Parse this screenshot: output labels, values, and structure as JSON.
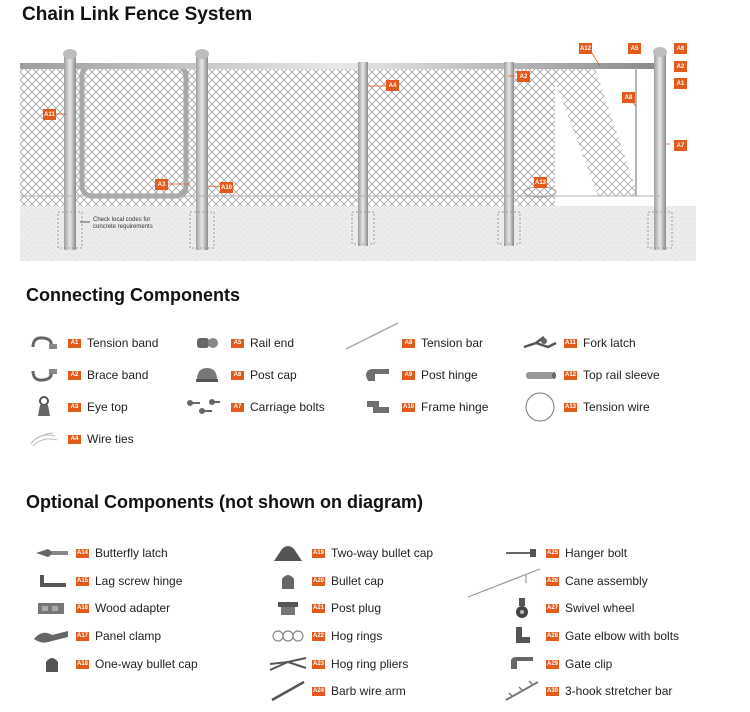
{
  "title": "Chain Link Fence System",
  "diagram": {
    "note_line1": "Check local codes for",
    "note_line2": "concrete requirements",
    "tags": {
      "a12": "A12",
      "a5": "A5",
      "a6": "A6",
      "a2_right": "A2",
      "a1": "A1",
      "a8": "A8",
      "a7": "A7",
      "a4": "A4",
      "a2_mid": "A2",
      "a11": "A11",
      "a3": "A3",
      "a10": "A10",
      "a13": "A13"
    }
  },
  "connecting": {
    "heading": "Connecting Components",
    "items": [
      {
        "code": "A1",
        "label": "Tension band",
        "icon": "tension-band-icon"
      },
      {
        "code": "A2",
        "label": "Brace band",
        "icon": "brace-band-icon"
      },
      {
        "code": "A3",
        "label": "Eye top",
        "icon": "eye-top-icon"
      },
      {
        "code": "A4",
        "label": "Wire ties",
        "icon": "wire-ties-icon"
      },
      {
        "code": "A5",
        "label": "Rail end",
        "icon": "rail-end-icon"
      },
      {
        "code": "A6",
        "label": "Post cap",
        "icon": "post-cap-icon"
      },
      {
        "code": "A7",
        "label": "Carriage bolts",
        "icon": "carriage-bolts-icon"
      },
      {
        "code": "A8",
        "label": "Tension bar",
        "icon": "tension-bar-icon"
      },
      {
        "code": "A9",
        "label": "Post hinge",
        "icon": "post-hinge-icon"
      },
      {
        "code": "A10",
        "label": "Frame hinge",
        "icon": "frame-hinge-icon"
      },
      {
        "code": "A11",
        "label": "Fork latch",
        "icon": "fork-latch-icon"
      },
      {
        "code": "A12",
        "label": "Top rail sleeve",
        "icon": "top-rail-sleeve-icon"
      },
      {
        "code": "A13",
        "label": "Tension wire",
        "icon": "tension-wire-icon"
      }
    ]
  },
  "optional": {
    "heading": "Optional Components (not shown on diagram)",
    "items": [
      {
        "code": "A14",
        "label": "Butterfly latch",
        "icon": "butterfly-latch-icon"
      },
      {
        "code": "A15",
        "label": "Lag screw hinge",
        "icon": "lag-screw-hinge-icon"
      },
      {
        "code": "A16",
        "label": "Wood adapter",
        "icon": "wood-adapter-icon"
      },
      {
        "code": "A17",
        "label": "Panel clamp",
        "icon": "panel-clamp-icon"
      },
      {
        "code": "A18",
        "label": "One-way bullet cap",
        "icon": "one-way-bullet-cap-icon"
      },
      {
        "code": "A19",
        "label": "Two-way bullet cap",
        "icon": "two-way-bullet-cap-icon"
      },
      {
        "code": "A20",
        "label": "Bullet cap",
        "icon": "bullet-cap-icon"
      },
      {
        "code": "A21",
        "label": "Post plug",
        "icon": "post-plug-icon"
      },
      {
        "code": "A22",
        "label": "Hog rings",
        "icon": "hog-rings-icon"
      },
      {
        "code": "A23",
        "label": "Hog ring pliers",
        "icon": "hog-ring-pliers-icon"
      },
      {
        "code": "A24",
        "label": "Barb wire arm",
        "icon": "barb-wire-arm-icon"
      },
      {
        "code": "A25",
        "label": "Hanger bolt",
        "icon": "hanger-bolt-icon"
      },
      {
        "code": "A26",
        "label": "Cane assembly",
        "icon": "cane-assembly-icon"
      },
      {
        "code": "A27",
        "label": "Swivel wheel",
        "icon": "swivel-wheel-icon"
      },
      {
        "code": "A28",
        "label": "Gate elbow with bolts",
        "icon": "gate-elbow-icon"
      },
      {
        "code": "A29",
        "label": "Gate clip",
        "icon": "gate-clip-icon"
      },
      {
        "code": "A30",
        "label": "3-hook stretcher bar",
        "icon": "stretcher-bar-icon"
      }
    ]
  }
}
